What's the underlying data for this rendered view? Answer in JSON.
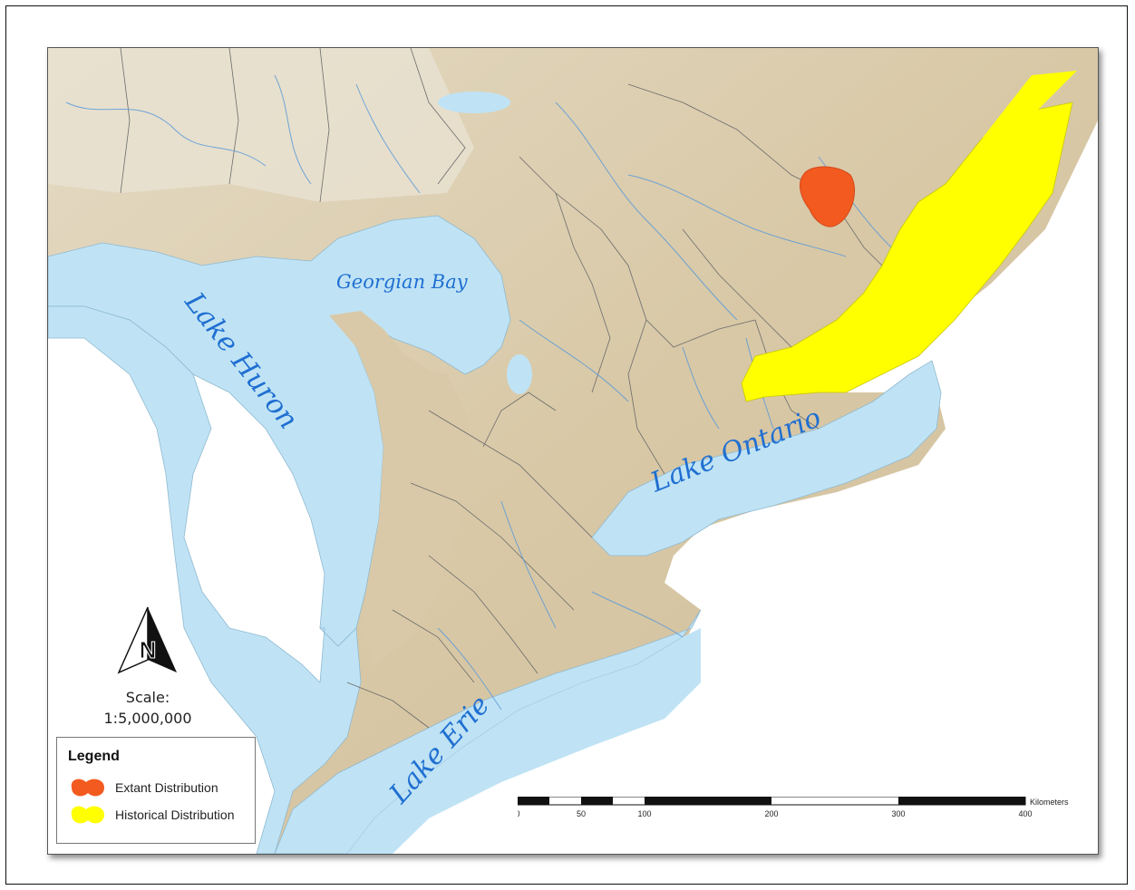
{
  "map": {
    "water_labels": {
      "georgian_bay": "Georgian Bay",
      "lake_huron": "Lake Huron",
      "lake_ontario": "Lake Ontario",
      "lake_erie": "Lake Erie"
    }
  },
  "scale": {
    "label": "Scale:",
    "ratio": "1:5,000,000"
  },
  "legend": {
    "title": "Legend",
    "items": [
      {
        "label": "Extant Distribution",
        "color": "#f25a1f"
      },
      {
        "label": "Historical Distribution",
        "color": "#ffff00"
      }
    ]
  },
  "scalebar": {
    "unit": "Kilometers",
    "ticks": [
      "0",
      "50",
      "100",
      "200",
      "300",
      "400"
    ]
  },
  "colors": {
    "water": "#bfe3f5",
    "land": "#d9c9a8",
    "extant": "#f25a1f",
    "historical": "#ffff00",
    "water_label": "#1f6fd1"
  }
}
